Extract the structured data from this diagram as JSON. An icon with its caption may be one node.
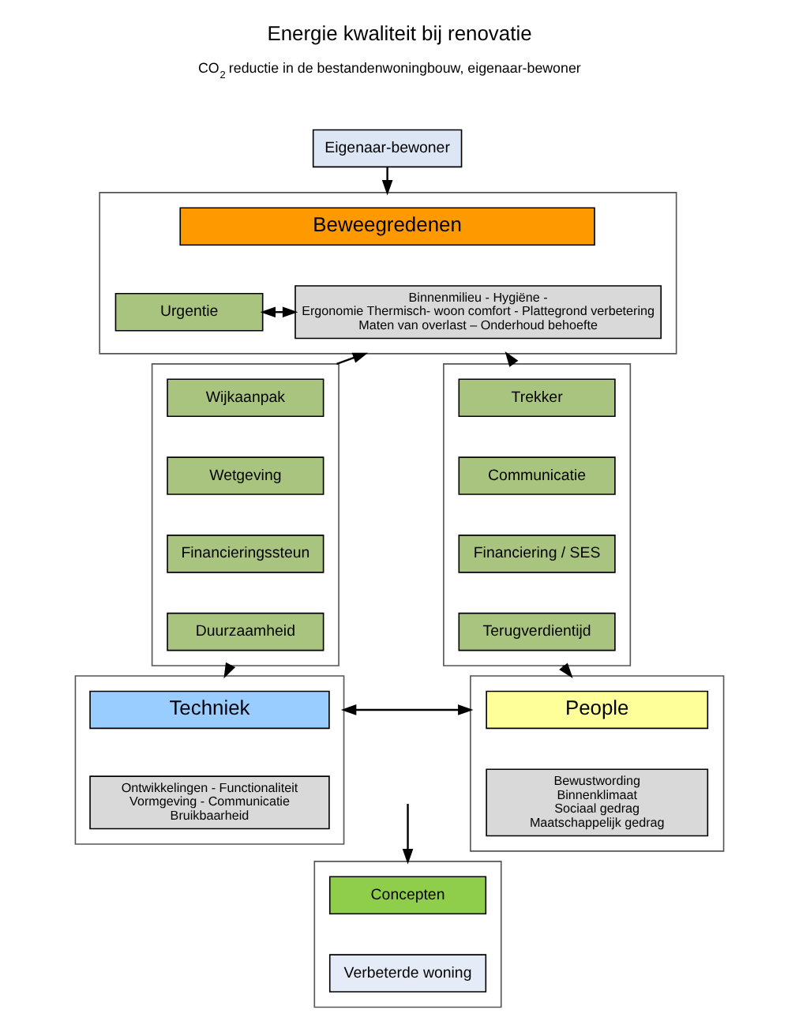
{
  "diagram": {
    "title": "Energie kwaliteit bij renovatie",
    "nodes": [
      {
        "text": [
          "Eigenaar-bewoner"
        ]
      },
      {
        "text": [],
        "shape": "box"
      },
      {
        "text": [
          "Beweegredenen"
        ],
        "in": 1
      },
      {
        "text": [
          "Urgentie"
        ],
        "in": 1
      },
      {
        "text": [
          "Binnenmilieu - Hygiëne - Ergonomie Thermisch- woon comfort - Plattegrond verbetering Maten van overlast – Onderhoud behoefte"
        ],
        "in": 1
      },
      {
        "text": [],
        "shape": "box"
      },
      {
        "text": [
          "Wijkaanpak"
        ],
        "in": 5
      },
      {
        "text": [
          "Wetgeving"
        ],
        "in": 5
      },
      {
        "text": [
          "Financieringssteun"
        ],
        "in": 5
      },
      {
        "text": [
          "Duurzaamheid"
        ],
        "in": 5
      },
      {
        "text": [],
        "shape": "box"
      },
      {
        "text": [
          "Trekker"
        ],
        "in": 10
      },
      {
        "text": [
          "Communicatie"
        ],
        "in": 10
      },
      {
        "text": [
          "Financiering / SES"
        ],
        "in": 10
      },
      {
        "text": [
          "Terugverdientijd"
        ],
        "in": 10
      },
      {
        "text": [],
        "shape": "box"
      },
      {
        "text": [
          "Techniek"
        ],
        "in": 15
      },
      {
        "text": [
          "Ontwikkelingen - Functionaliteit Vormgeving - Communicatie Bruikbaarheid"
        ],
        "in": 15
      },
      {
        "text": [],
        "shape": "box"
      },
      {
        "text": [
          "People"
        ],
        "in": 18
      },
      {
        "text": [
          "Bewustwording Binnenklimaat Sociaal gedrag Maatschappelijk gedrag"
        ],
        "in": 18
      },
      {
        "text": [],
        "shape": "box"
      },
      {
        "text": [
          "Concepten"
        ],
        "in": 21
      },
      {
        "text": [
          "Verbeterde woning"
        ],
        "in": 21
      }
    ],
    "edges": [
      {
        "from": 0,
        "to": 1,
        "arrow": "to"
      },
      {
        "from": 3,
        "to": 4,
        "arrow": "both"
      },
      {
        "from": 5,
        "to": 1,
        "arrow": "to"
      },
      {
        "from": 10,
        "to": 1,
        "arrow": "to"
      },
      {
        "from": 5,
        "to": 15,
        "arrow": "to"
      },
      {
        "from": 10,
        "to": 18,
        "arrow": "to"
      },
      {
        "from": 15,
        "to": 18,
        "arrow": "both"
      },
      {
        "from": null,
        "to": 21,
        "arrow": "to"
      }
    ],
    "labels": [
      "CO$_{2}$ reductie in de bestandenwoningbouw, eigenaar-bewoner"
    ]
  }
}
